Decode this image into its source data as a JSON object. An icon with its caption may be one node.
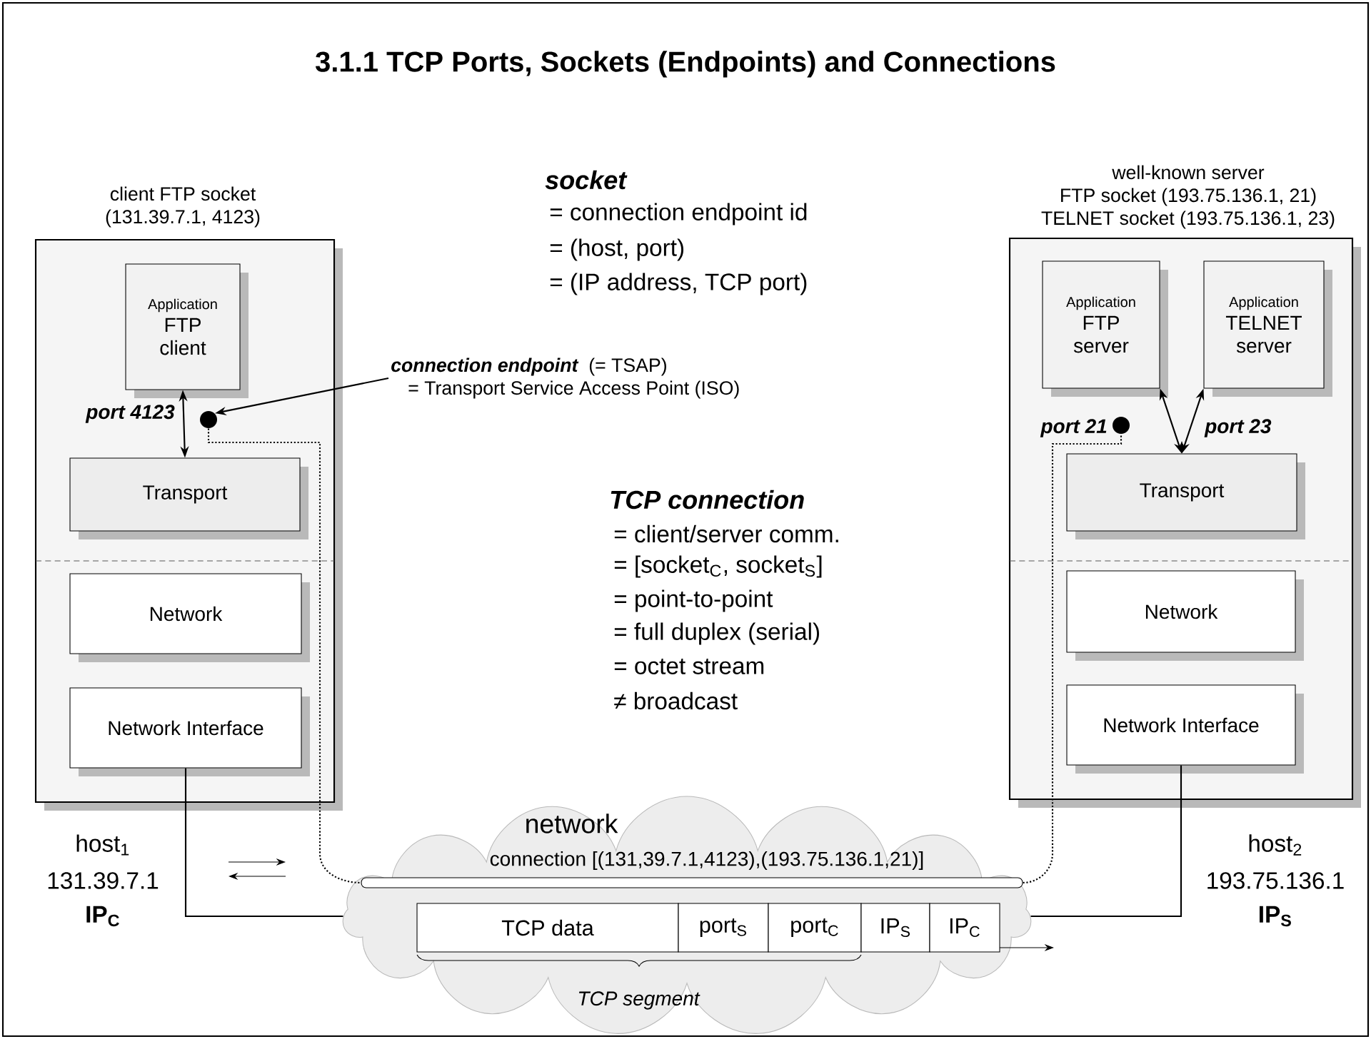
{
  "diagram": {
    "title": "3.1.1 TCP Ports, Sockets (Endpoints) and Connections",
    "nodes": [
      {
        "text": [
          "client FTP socket",
          "(131.39.7.1, 4123)"
        ]
      },
      {
        "text": [
          "Application",
          "FTP client"
        ],
        "in": 0
      },
      {
        "text": [],
        "shape": "circle",
        "in": 0
      },
      {
        "text": [
          "Transport"
        ],
        "in": 0
      },
      {
        "text": [
          "Network"
        ],
        "in": 0
      },
      {
        "text": [
          "Network Interface"
        ],
        "in": 0
      },
      {
        "text": [
          "well-known server",
          "FTP socket (193.75.136.1, 21)",
          "TELNET socket (193.75.136.1, 23)"
        ]
      },
      {
        "text": [
          "Application",
          "FTP server"
        ],
        "in": 6
      },
      {
        "text": [
          "Application",
          "TELNET server"
        ],
        "in": 6
      },
      {
        "text": [],
        "shape": "circle",
        "in": 6
      },
      {
        "text": [
          "Transport"
        ],
        "in": 6
      },
      {
        "text": [
          "Network"
        ],
        "in": 6
      },
      {
        "text": [
          "Network Interface"
        ],
        "in": 6
      },
      {
        "text": [
          "connection endpoint",
          "(= TSAP)",
          "= Transport Service Access Point (ISO)"
        ]
      },
      {
        "text": [
          "network"
        ]
      },
      {
        "text": [
          "connection [(131,39.7.1,4123),(193.75.136.1,21)]"
        ],
        "in": 14
      },
      {
        "text": [
          "TCP data"
        ],
        "in": 14
      },
      {
        "text": [
          "port$_{S}$"
        ],
        "in": 14
      },
      {
        "text": [
          "port$_{C}$"
        ],
        "in": 14
      },
      {
        "text": [
          "IP$_{S}$"
        ],
        "in": 14
      },
      {
        "text": [
          "IP$_{C}$"
        ],
        "in": 14
      }
    ],
    "edges": [
      {
        "from": 1,
        "to": 3,
        "arrow": "both"
      },
      {
        "from": 13,
        "to": 2,
        "arrow": "to"
      },
      {
        "from": 2,
        "to": 15,
        "arrow": "none",
        "style": "dashed"
      },
      {
        "from": 15,
        "to": 9,
        "arrow": "none",
        "style": "dashed"
      },
      {
        "from": 7,
        "to": 10,
        "arrow": "both"
      },
      {
        "from": 8,
        "to": 10,
        "arrow": "both"
      },
      {
        "from": 5,
        "to": 14,
        "arrow": "none"
      },
      {
        "from": 12,
        "to": 14,
        "arrow": "none"
      }
    ],
    "labels": [
      "port 4123",
      "socket",
      "= connection endpoint id",
      "= (host, port)",
      "= (IP address, TCP port)",
      "port 21",
      "port 23",
      "TCP connection",
      "= client/server comm.",
      "= [socket$_{C}$, socket$_{S}$]",
      "= point-to-point",
      "= full duplex (serial)",
      "= octet stream",
      "≠ broadcast",
      "host$_{1}$",
      "131.39.7.1",
      "IP$_{C}$",
      "host$_{2}$",
      "193.75.136.1",
      "IP$_{S}$",
      "TCP segment"
    ]
  }
}
